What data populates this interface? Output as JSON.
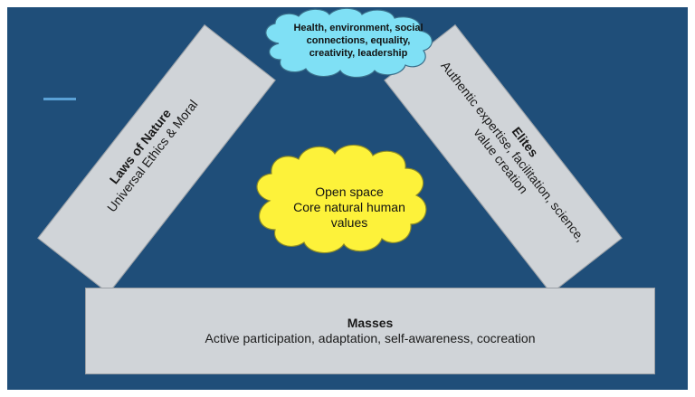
{
  "top_cloud": {
    "lines": [
      "Health, environment, social",
      "connections, equality,",
      "creativity, leadership"
    ],
    "fill": "#7fe0f5"
  },
  "center_cloud": {
    "lines": [
      "Open space",
      "Core natural human",
      "values"
    ],
    "fill": "#fdf23a"
  },
  "left_panel": {
    "title": "Laws of Nature",
    "subtitle": "Universal Ethics & Moral"
  },
  "right_panel": {
    "title": "Elites",
    "subtitle_lines": [
      "Authentic expertise, facilitation, science,",
      "value creation"
    ]
  },
  "bottom_panel": {
    "title": "Masses",
    "subtitle": "Active participation, adaptation, self-awareness, cocreation"
  },
  "colors": {
    "background": "#1f4e79",
    "panel": "#d0d4d8",
    "accent": "#5aa1d6"
  }
}
